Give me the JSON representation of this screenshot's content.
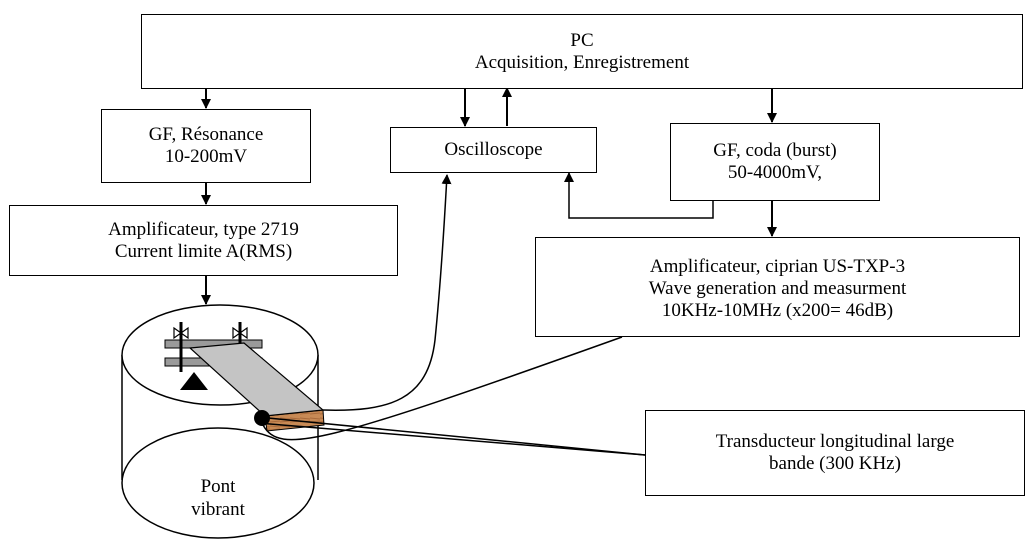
{
  "pc": {
    "line1": "PC",
    "line2": "Acquisition, Enregistrement"
  },
  "gf_resonance": {
    "line1": "GF, Résonance",
    "line2": "10-200mV"
  },
  "oscilloscope": {
    "label": "Oscilloscope"
  },
  "gf_coda": {
    "line1": "GF, coda (burst)",
    "line2": "50-4000mV,"
  },
  "amp_2719": {
    "line1": "Amplificateur, type 2719",
    "line2": "Current limite A(RMS)"
  },
  "amp_ciprian": {
    "line1": "Amplificateur, ciprian US-TXP-3",
    "line2": "Wave generation and measurment",
    "line3": "10KHz-10MHz (x200= 46dB)"
  },
  "transducer": {
    "line1": "Transducteur longitudinal large",
    "line2": "bande (300 KHz)"
  },
  "bridge": {
    "line1": "Pont",
    "line2": "vibrant"
  }
}
